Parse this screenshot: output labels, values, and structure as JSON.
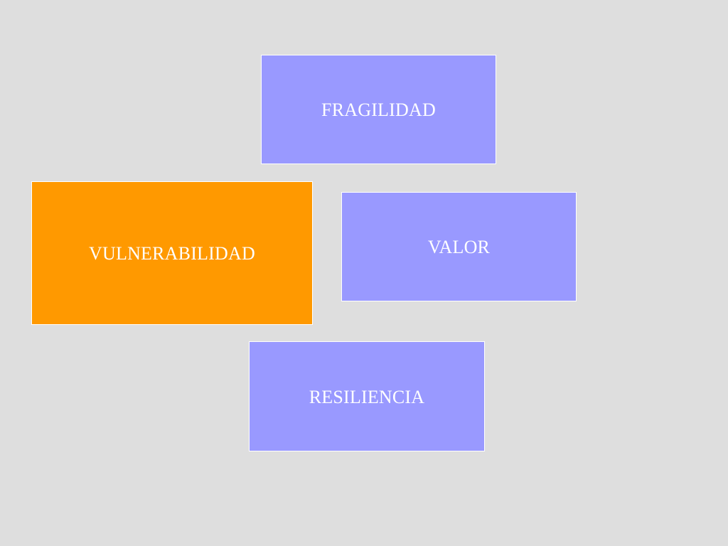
{
  "colors": {
    "background": "#dedede",
    "box_blue": "#9999ff",
    "box_orange": "#ff9900",
    "text": "#ffffff"
  },
  "boxes": {
    "fragilidad": {
      "label": "FRAGILIDAD",
      "color": "#9999ff"
    },
    "vulnerabilidad": {
      "label": "VULNERABILIDAD",
      "color": "#ff9900"
    },
    "valor": {
      "label": "VALOR",
      "color": "#9999ff"
    },
    "resiliencia": {
      "label": "RESILIENCIA",
      "color": "#9999ff"
    }
  }
}
